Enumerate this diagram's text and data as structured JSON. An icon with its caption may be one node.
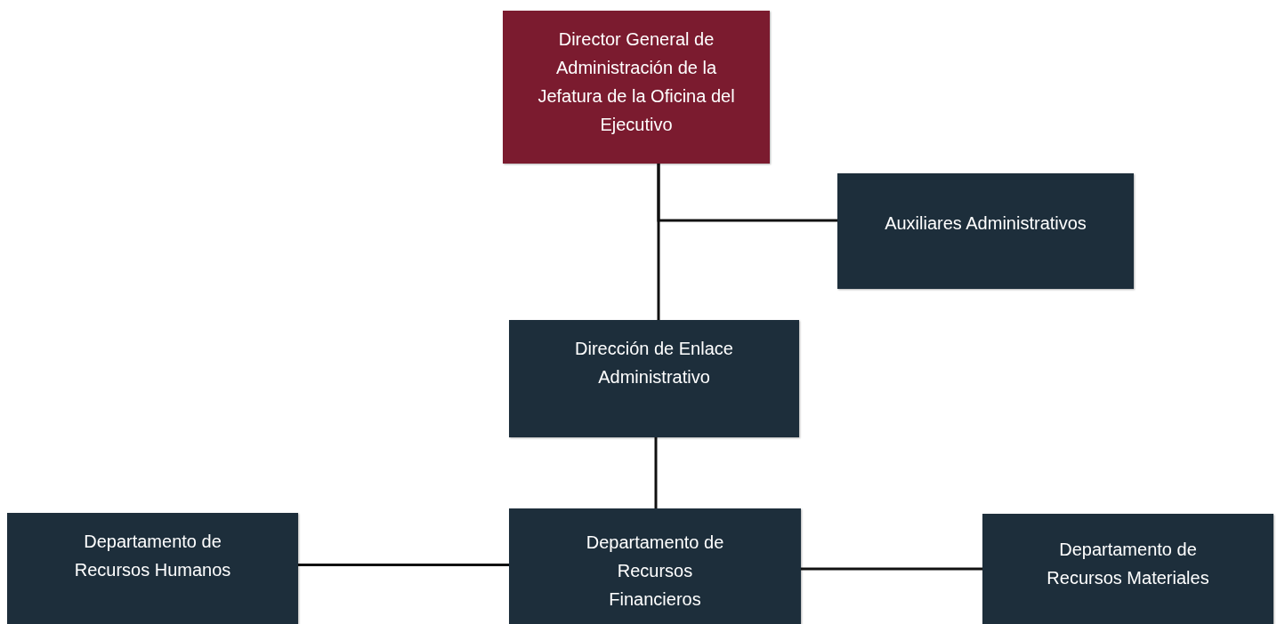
{
  "diagram": {
    "nodes": [
      {
        "text": [
          "Director General de Administración de la Jefatura de la Oficina del Ejecutivo"
        ]
      },
      {
        "text": [
          "Auxiliares Administrativos"
        ]
      },
      {
        "text": [
          "Dirección de Enlace Administrativo"
        ]
      },
      {
        "text": [
          "Departamento de Recursos Humanos"
        ]
      },
      {
        "text": [
          "Departamento de Recursos Financieros"
        ]
      },
      {
        "text": [
          "Departamento de Recursos Materiales"
        ]
      }
    ],
    "edges": [
      {
        "from": 0,
        "to": 2,
        "arrow": "none"
      },
      {
        "from": 0,
        "to": 1,
        "arrow": "none"
      },
      {
        "from": 2,
        "to": 4,
        "arrow": "none"
      },
      {
        "from": 4,
        "to": 3,
        "arrow": "none"
      },
      {
        "from": 4,
        "to": 5,
        "arrow": "none"
      }
    ]
  }
}
